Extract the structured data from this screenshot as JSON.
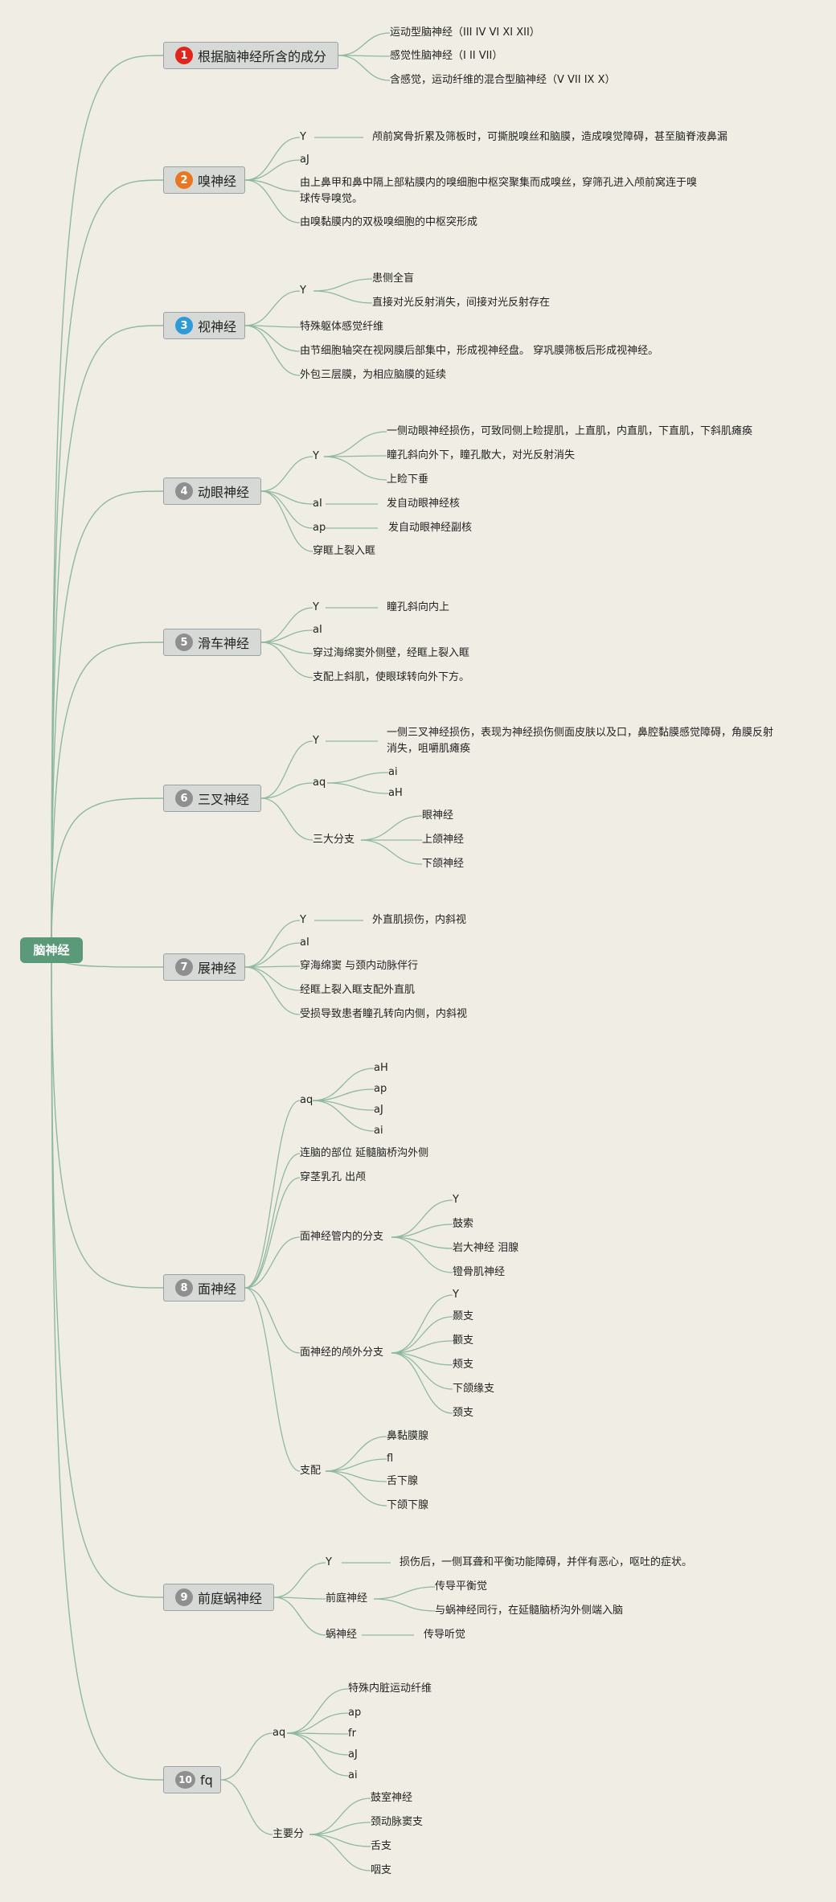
{
  "root": "脑神经",
  "colors": {
    "background": "#f0eee4",
    "root": "#5a9a78",
    "branch": "#8fb8a0",
    "badge_1": "#e0261b",
    "badge_2": "#e87722",
    "badge_3": "#2e9ad8",
    "badge_default": "#8f8f8f"
  },
  "sections": [
    {
      "num": "1",
      "label": "根据脑神经所含的成分",
      "items": {
        "a": "运动型脑神经（III IV VI XI XII）",
        "b": "感觉性脑神经（I II VII）",
        "c": "含感觉，运动纤维的混合型脑神经（V VII IX X）"
      }
    },
    {
      "num": "2",
      "label": "嗅神经",
      "items": {
        "y": "Y",
        "y_detail": "颅前窝骨折累及筛板时，可撕脱嗅丝和脑膜，造成嗅觉障碍，甚至脑脊液鼻漏",
        "aj": "aJ",
        "b": "由上鼻甲和鼻中隔上部粘膜内的嗅细胞中枢突聚集而成嗅丝，穿筛孔进入颅前窝连于嗅球传导嗅觉。",
        "c": "由嗅黏膜内的双极嗅细胞的中枢突形成"
      }
    },
    {
      "num": "3",
      "label": "视神经",
      "items": {
        "y": "Y",
        "y1": "患侧全盲",
        "y2": "直接对光反射消失，间接对光反射存在",
        "b": "特殊躯体感觉纤维",
        "c": "由节细胞轴突在视网膜后部集中，形成视神经盘。 穿巩膜筛板后形成视神经。",
        "d": "外包三层膜，为相应脑膜的延续"
      }
    },
    {
      "num": "4",
      "label": "动眼神经",
      "items": {
        "y": "Y",
        "y1": "一侧动眼神经损伤，可致同侧上睑提肌，上直肌，内直肌，下直肌，下斜肌瘫痪",
        "y2": "瞳孔斜向外下，瞳孔散大，对光反射消失",
        "y3": "上睑下垂",
        "al": "aI",
        "al_detail": "发自动眼神经核",
        "ap": "ap",
        "ap_detail": "发自动眼神经副核",
        "d": "穿眶上裂入眶"
      }
    },
    {
      "num": "5",
      "label": "滑车神经",
      "items": {
        "y": "Y",
        "y_detail": "瞳孔斜向内上",
        "al": "aI",
        "c": "穿过海绵窦外侧壁，经眶上裂入眶",
        "d": "支配上斜肌，使眼球转向外下方。"
      }
    },
    {
      "num": "6",
      "label": "三叉神经",
      "items": {
        "y": "Y",
        "y_detail": "一侧三叉神经损伤，表现为神经损伤侧面皮肤以及口，鼻腔黏膜感觉障碍，角膜反射消失，咀嚼肌瘫痪",
        "aq": "aq",
        "aq1": "ai",
        "aq2": "aH",
        "br": "三大分支",
        "br1": "眼神经",
        "br2": "上颌神经",
        "br3": "下颌神经"
      }
    },
    {
      "num": "7",
      "label": "展神经",
      "items": {
        "y": "Y",
        "y_detail": "外直肌损伤，内斜视",
        "al": "aI",
        "c": "穿海绵窦 与颈内动脉伴行",
        "d": "经眶上裂入眶支配外直肌",
        "e": "受损导致患者瞳孔转向内侧，内斜视"
      }
    },
    {
      "num": "8",
      "label": "面神经",
      "items": {
        "aq": "aq",
        "aq1": "aH",
        "aq2": "ap",
        "aq3": "aJ",
        "aq4": "ai",
        "b": "连脑的部位 延髓脑桥沟外侧",
        "c": "穿茎乳孔 出颅",
        "d": "面神经管内的分支",
        "d1": "Y",
        "d2": "鼓索",
        "d3": "岩大神经 泪腺",
        "d4": "镫骨肌神经",
        "e": "面神经的颅外分支",
        "e1": "Y",
        "e2": "颞支",
        "e3": "颧支",
        "e4": "颊支",
        "e5": "下颌缘支",
        "e6": "颈支",
        "f": "支配",
        "f1": "鼻黏膜腺",
        "f2": "fl",
        "f3": "舌下腺",
        "f4": "下颌下腺"
      }
    },
    {
      "num": "9",
      "label": "前庭蜗神经",
      "items": {
        "y": "Y",
        "y_detail": "损伤后，一侧耳聋和平衡功能障碍，并伴有恶心，呕吐的症状。",
        "b": "前庭神经",
        "b1": "传导平衡觉",
        "b2": "与蜗神经同行，在延髓脑桥沟外侧端入脑",
        "c": "蜗神经",
        "c1": "传导听觉"
      }
    },
    {
      "num": "10",
      "label": "fq",
      "items": {
        "aq": "aq",
        "aq1": "特殊内脏运动纤维",
        "aq2": "ap",
        "aq3": "fr",
        "aq4": "aJ",
        "aq5": "ai",
        "b": "主要分",
        "b1": "鼓室神经",
        "b2": "颈动脉窦支",
        "b3": "舌支",
        "b4": "咽支"
      }
    }
  ]
}
